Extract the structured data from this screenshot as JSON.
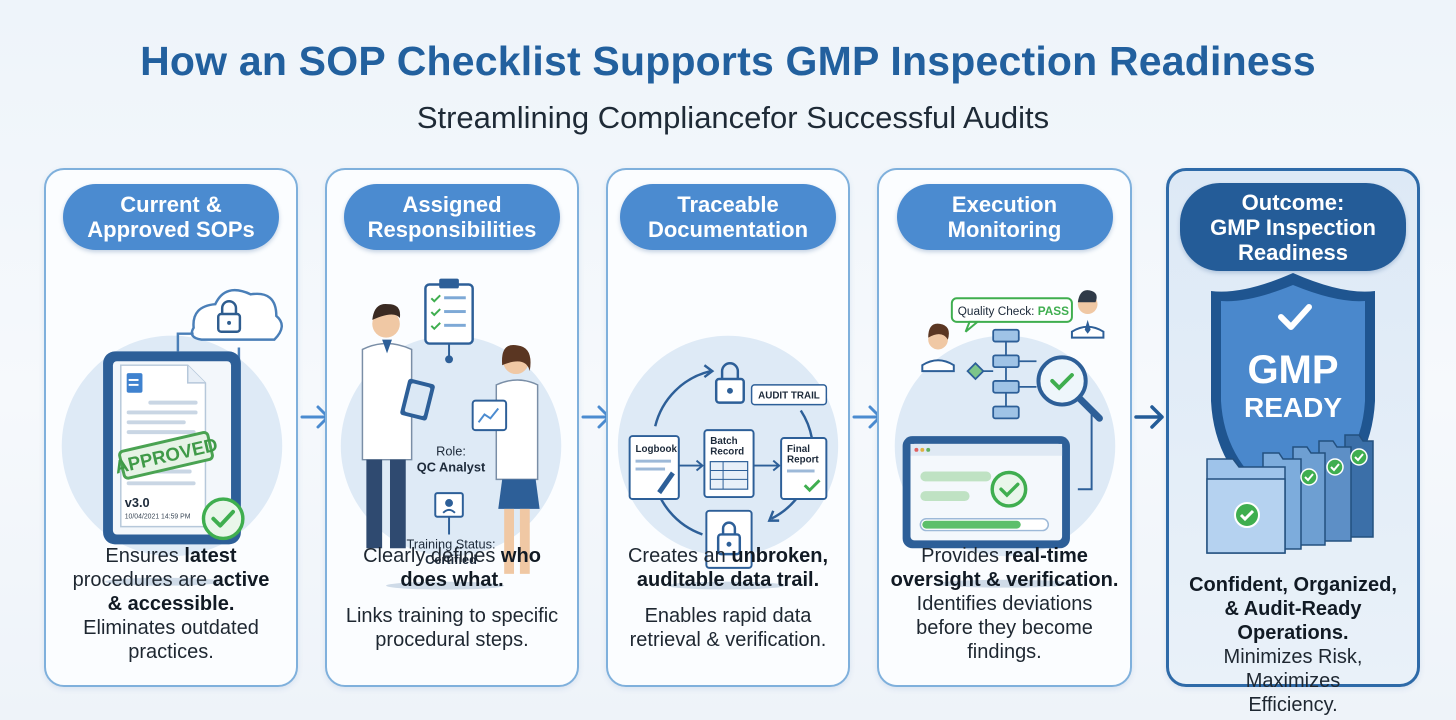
{
  "title": "How an SOP Checklist Supports GMP Inspection Readiness",
  "subtitle": "Streamlining Compliancefor Successful Audits",
  "cards": [
    {
      "heading_line1": "Current &",
      "heading_line2": "Approved SOPs",
      "stamp": "APPROVED",
      "version": "v3.0",
      "date": "10/04/2021 14:59 PM",
      "text1_a": "Ensures ",
      "text1_b": "latest",
      "text1_c": "procedures are ",
      "text1_d": "active",
      "text1_e": "& accessible.",
      "text2": "Eliminates outdated practices."
    },
    {
      "heading_line1": "Assigned",
      "heading_line2": "Responsibilities",
      "role_label": "Role:",
      "role_value": "QC Analyst",
      "training_label": "Training Status:",
      "training_value": "Certified",
      "text1_a": "Clearly defines ",
      "text1_b": "who does what.",
      "text2": "Links training to specific procedural steps."
    },
    {
      "heading_line1": "Traceable",
      "heading_line2": "Documentation",
      "audit_trail": "AUDIT TRAIL",
      "doc1": "Logbook",
      "doc2_line1": "Batch",
      "doc2_line2": "Record",
      "doc3_line1": "Final",
      "doc3_line2": "Report",
      "text1_a": "Creates an ",
      "text1_b": "unbroken, auditable data trail.",
      "text2": "Enables rapid data retrieval & verification."
    },
    {
      "heading_line1": "Execution",
      "heading_line2": "Monitoring",
      "check_label": "Quality Check: ",
      "check_status": "PASS",
      "text1_a": "Provides ",
      "text1_b": "real-time oversight & verification.",
      "text2": "Identifies deviations before they become findings."
    },
    {
      "heading_line1": "Outcome:",
      "heading_line2": "GMP Inspection",
      "heading_line3": "Readiness",
      "shield_line1": "GMP",
      "shield_line2": "READY",
      "text1": "Confident, Organized, & Audit-Ready Operations.",
      "text2": "Minimizes Risk, Maximizes Efficiency."
    }
  ],
  "colors": {
    "title": "#22609e",
    "pill": "#4b8bd0",
    "pill_dark": "#245c98",
    "border": "#7fb0dc",
    "check_green": "#3fae4f"
  }
}
